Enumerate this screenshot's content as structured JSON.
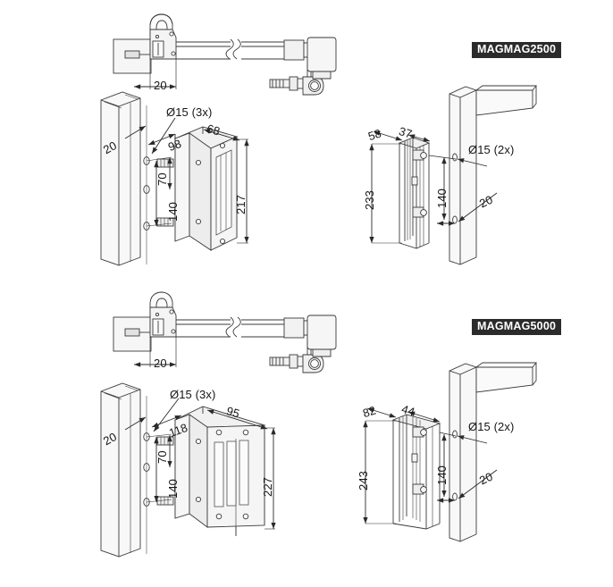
{
  "sheet": {
    "background": "#ffffff",
    "line_color": "#3a3a3a",
    "fill_light": "#f4f4f4",
    "fill_mid": "#e6e6e6",
    "text_color": "#161616",
    "tag_bg": "#2b2b2b",
    "tag_fg": "#ffffff"
  },
  "models": [
    {
      "tag": "MAGMAG2500",
      "arm_view": {
        "dim_offset": "20"
      },
      "bracket_view": {
        "post_width": "20",
        "hole_note": "Ø15 (3x)",
        "depth": "98",
        "width": "68",
        "spacing_upper": "70",
        "spacing_lower": "140",
        "height": "217"
      },
      "side_view": {
        "dim_a": "58",
        "dim_b": "37",
        "overall_height": "233",
        "hole_spacing": "140",
        "hole_note": "Ø15 (2x)",
        "post_width": "20"
      }
    },
    {
      "tag": "MAGMAG5000",
      "arm_view": {
        "dim_offset": "20"
      },
      "bracket_view": {
        "post_width": "20",
        "hole_note": "Ø15 (3x)",
        "depth": "118",
        "width": "95",
        "spacing_upper": "70",
        "spacing_lower": "140",
        "height": "227"
      },
      "side_view": {
        "dim_a": "82",
        "dim_b": "44",
        "overall_height": "243",
        "hole_spacing": "140",
        "hole_note": "Ø15 (2x)",
        "post_width": "20"
      }
    }
  ]
}
